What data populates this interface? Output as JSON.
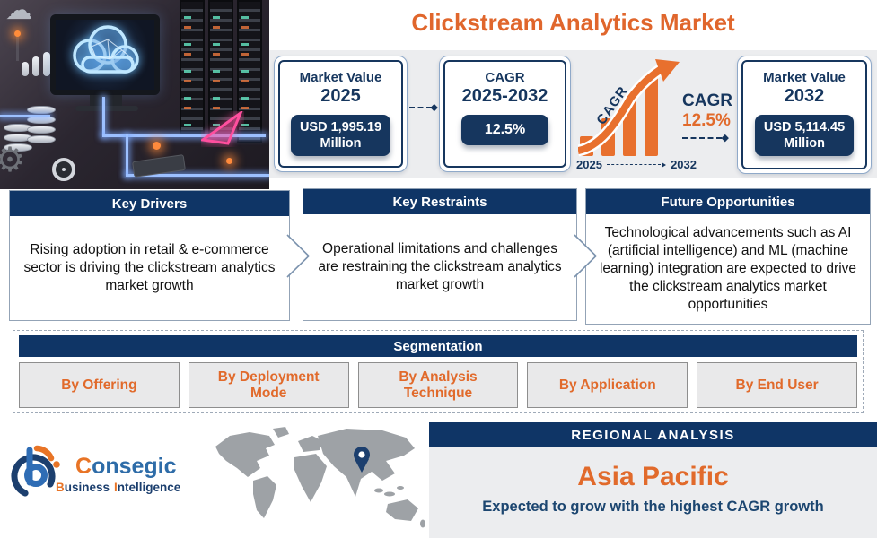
{
  "colors": {
    "navy": "#0F3566",
    "orange": "#E16A2B",
    "panel_gray": "#ECEDEF",
    "map_gray": "#9EA2A6"
  },
  "header": {
    "title": "Clickstream Analytics Market"
  },
  "stats": {
    "box1": {
      "label": "Market Value",
      "year": "2025",
      "value_line1": "USD 1,995.19",
      "value_line2": "Million"
    },
    "box2": {
      "label": "CAGR",
      "year": "2025-2032",
      "value": "12.5%"
    },
    "growth": {
      "rotated_label": "CAGR",
      "cagr_label": "CAGR",
      "cagr_value": "12.5%",
      "start_year": "2025",
      "end_year": "2032"
    },
    "box3": {
      "label": "Market Value",
      "year": "2032",
      "value_line1": "USD 5,114.45",
      "value_line2": "Million"
    }
  },
  "insights": [
    {
      "title": "Key Drivers",
      "text": "Rising adoption in retail & e-commerce sector is driving the clickstream analytics market growth"
    },
    {
      "title": "Key Restraints",
      "text": "Operational limitations and challenges are restraining the clickstream analytics market growth"
    },
    {
      "title": "Future Opportunities",
      "text": "Technological advancements such as AI (artificial intelligence) and ML (machine learning) integration are expected to drive the clickstream analytics market opportunities"
    }
  ],
  "segmentation": {
    "title": "Segmentation",
    "segments": [
      "By Offering",
      "By Deployment Mode",
      "By Analysis Technique",
      "By Application",
      "By End User"
    ]
  },
  "regional": {
    "title": "REGIONAL ANALYSIS",
    "region": "Asia Pacific",
    "subtitle": "Expected to grow with the highest CAGR growth"
  },
  "logo": {
    "c": "C",
    "onsegic": "onsegic",
    "b": "B",
    "usiness": "usiness",
    "i": "I",
    "ntelligence": "ntelligence"
  },
  "icons": {
    "diamond": "◆",
    "gear": "⚙",
    "cloud": "☁"
  }
}
